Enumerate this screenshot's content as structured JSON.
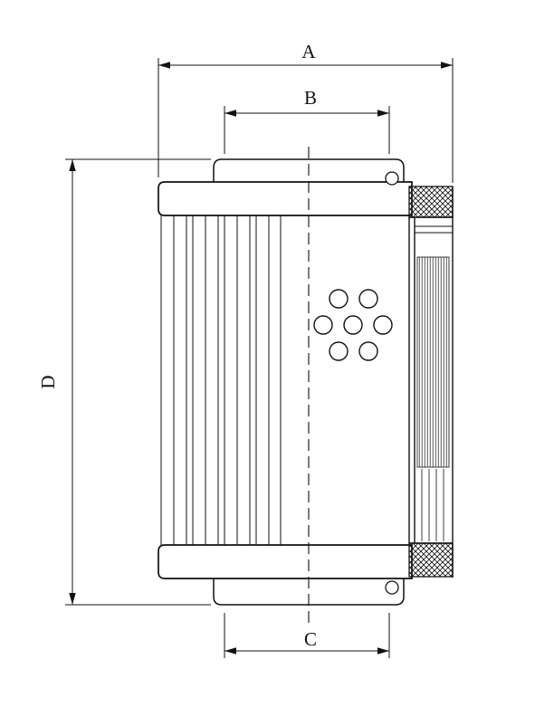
{
  "drawing": {
    "background": "#ffffff",
    "line_color": "#111111",
    "labels": {
      "dim_a": "A",
      "dim_b": "B",
      "dim_c": "C",
      "dim_d": "D"
    }
  }
}
